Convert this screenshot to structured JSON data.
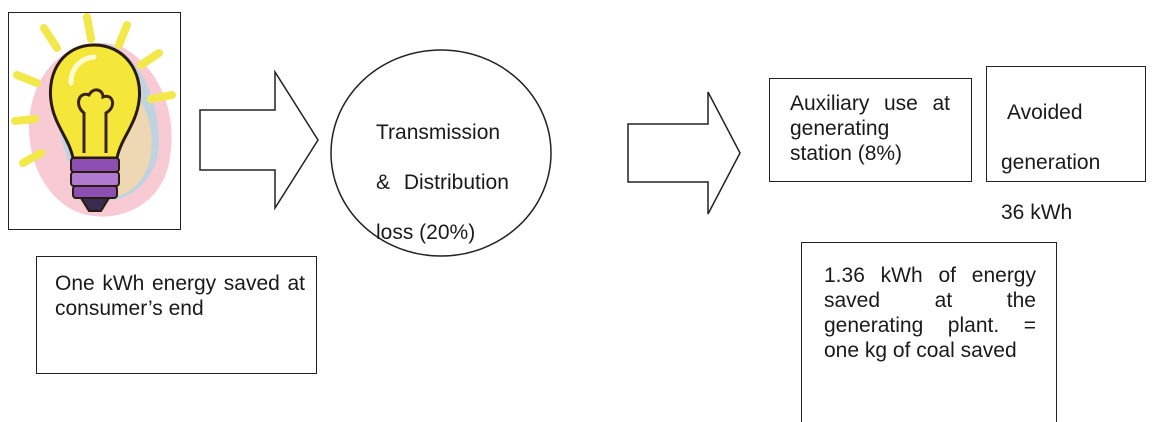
{
  "diagram": {
    "consumer_box": {
      "text": "One kWh energy saved at consumer’s end"
    },
    "td_loss_node": {
      "line1": "Transmission",
      "line2": "& Distribution",
      "line3": "loss (20%)"
    },
    "auxiliary_box": {
      "text": "Auxiliary use at generating station (8%)"
    },
    "avoided_box": {
      "line1": "Avoided",
      "line2": "generation",
      "line3": "36 kWh"
    },
    "plant_box": {
      "text": "1.36 kWh of energy saved at the generating plant. = one kg of coal saved"
    }
  },
  "icons": [
    "light-bulb-icon",
    "right-arrow-icon",
    "right-arrow-icon"
  ],
  "colors": {
    "outline": "#222222",
    "bulb_yellow": "#f5e63a",
    "bulb_rays": "#f3e84a",
    "bulb_base": "#8a4fb0"
  }
}
